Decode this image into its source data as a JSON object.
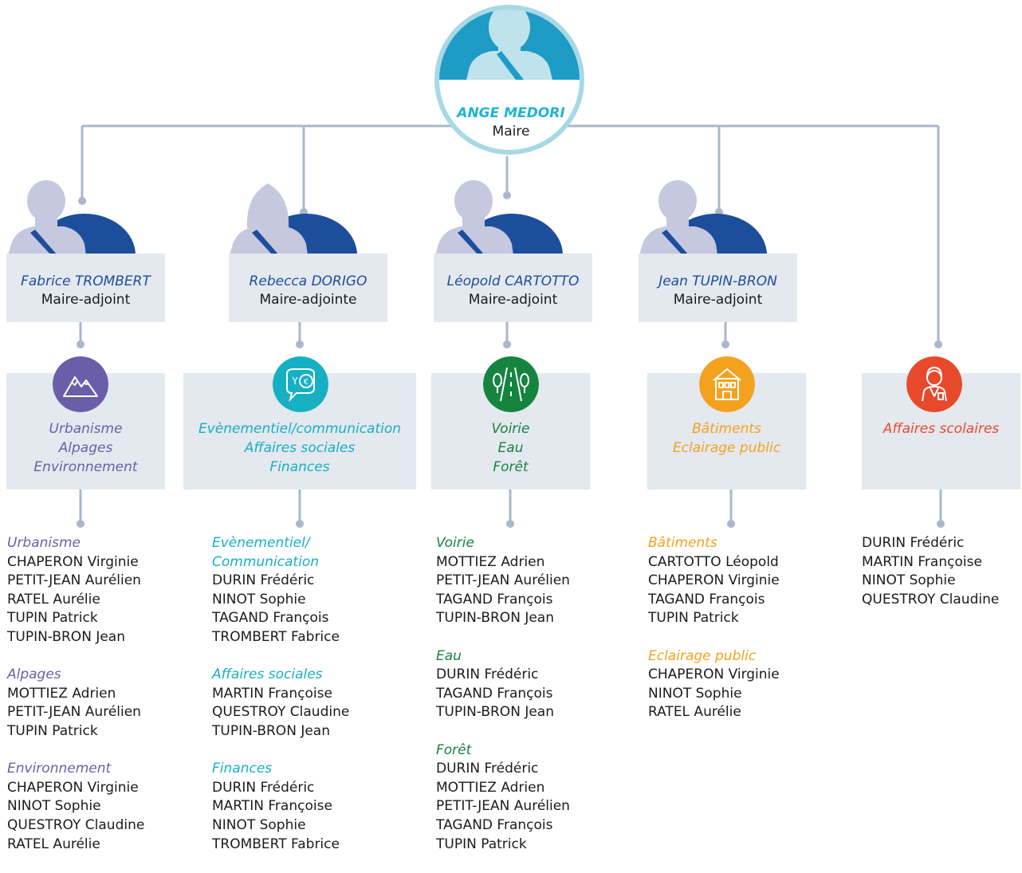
{
  "mayor": {
    "name": "ANGE MEDORI",
    "role": "Maire"
  },
  "colors": {
    "connector": "#a9b8ca",
    "avatar": "#c5c8de",
    "sash": "#1d4e9c",
    "mayor_accent": "#1eb5d1",
    "mayor_ring": "#a7d9e4",
    "box_bg": "#e4e8ef",
    "adjoint_name": "#1d4e9c"
  },
  "adjoints": [
    {
      "name": "Fabrice TROMBERT",
      "role": "Maire-adjoint"
    },
    {
      "name": "Rebecca DORIGO",
      "role": "Maire-adjointe"
    },
    {
      "name": "Léopold CARTOTTO",
      "role": "Maire-adjoint"
    },
    {
      "name": "Jean TUPIN-BRON",
      "role": "Maire-adjoint"
    }
  ],
  "domains": [
    {
      "icon": "mountains-icon",
      "color": "#6b5ea8",
      "lines": [
        "Urbanisme",
        "Alpages",
        "Environnement"
      ]
    },
    {
      "icon": "chat-trophy-euro-icon",
      "color": "#16b0c3",
      "lines": [
        "Evènementiel/communication",
        "Affaires sociales",
        "Finances"
      ]
    },
    {
      "icon": "road-trees-icon",
      "color": "#15843f",
      "lines": [
        "Voirie",
        "Eau",
        "Forêt"
      ]
    },
    {
      "icon": "building-icon",
      "color": "#f4a21e",
      "lines": [
        "Bâtiments",
        "Eclairage public"
      ]
    },
    {
      "icon": "teacher-icon",
      "color": "#e8492d",
      "lines": [
        "Affaires scolaires"
      ]
    }
  ],
  "commissions": [
    {
      "groups": [
        {
          "title": [
            "Urbanisme"
          ],
          "members": [
            "CHAPERON Virginie",
            "PETIT-JEAN Aurélien",
            "RATEL Aurélie",
            "TUPIN Patrick",
            "TUPIN-BRON Jean"
          ]
        },
        {
          "title": [
            "Alpages"
          ],
          "members": [
            "MOTTIEZ Adrien",
            "PETIT-JEAN Aurélien",
            "TUPIN Patrick"
          ]
        },
        {
          "title": [
            "Environnement"
          ],
          "members": [
            "CHAPERON Virginie",
            "NINOT Sophie",
            "QUESTROY Claudine",
            "RATEL Aurélie"
          ]
        }
      ]
    },
    {
      "groups": [
        {
          "title": [
            "Evènementiel/",
            "Communication"
          ],
          "members": [
            "DURIN Frédéric",
            "NINOT Sophie",
            "TAGAND François",
            "TROMBERT Fabrice"
          ]
        },
        {
          "title": [
            "Affaires sociales"
          ],
          "members": [
            "MARTIN Françoise",
            "QUESTROY Claudine",
            "TUPIN-BRON Jean"
          ]
        },
        {
          "title": [
            "Finances"
          ],
          "members": [
            "DURIN Frédéric",
            "MARTIN Françoise",
            "NINOT Sophie",
            "TROMBERT Fabrice"
          ]
        }
      ]
    },
    {
      "groups": [
        {
          "title": [
            "Voirie"
          ],
          "members": [
            "MOTTIEZ Adrien",
            "PETIT-JEAN Aurélien",
            "TAGAND François",
            "TUPIN-BRON Jean"
          ]
        },
        {
          "title": [
            "Eau"
          ],
          "members": [
            "DURIN Frédéric",
            "TAGAND François",
            "TUPIN-BRON Jean"
          ]
        },
        {
          "title": [
            "Forêt"
          ],
          "members": [
            "DURIN Frédéric",
            "MOTTIEZ Adrien",
            "PETIT-JEAN Aurélien",
            "TAGAND François",
            "TUPIN Patrick"
          ]
        }
      ]
    },
    {
      "groups": [
        {
          "title": [
            "Bâtiments"
          ],
          "members": [
            "CARTOTTO Léopold",
            "CHAPERON Virginie",
            "TAGAND François",
            "TUPIN Patrick"
          ]
        },
        {
          "title": [
            "Eclairage public"
          ],
          "members": [
            "CHAPERON Virginie",
            "NINOT Sophie",
            "RATEL Aurélie"
          ]
        }
      ]
    },
    {
      "groups": [
        {
          "title": [],
          "members": [
            "DURIN Frédéric",
            "MARTIN Françoise",
            "NINOT Sophie",
            "QUESTROY Claudine"
          ]
        }
      ]
    }
  ]
}
